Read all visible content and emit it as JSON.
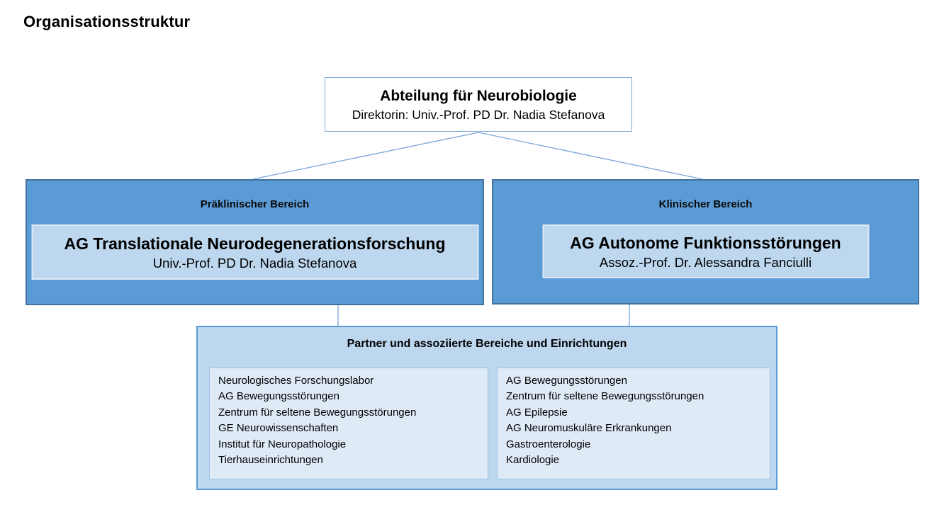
{
  "page_title": "Organisationsstruktur",
  "colors": {
    "box_blue": "#5B9BD5",
    "box_blue_border": "#41719C",
    "light_blue": "#BDD7EE",
    "lighter_blue": "#DEEAF6",
    "list_border": "#9DC3E6",
    "top_box_border": "#7EA6D4",
    "connector": "#7AA6D9",
    "text": "#000000"
  },
  "org": {
    "root": {
      "title": "Abteilung für Neurobiologie",
      "subtitle": "Direktorin: Univ.-Prof. PD Dr. Nadia Stefanova"
    },
    "branches": [
      {
        "header": "Präklinischer Bereich",
        "group": "AG Translationale Neurodegenerationsforschung",
        "lead": "Univ.-Prof. PD Dr. Nadia Stefanova"
      },
      {
        "header": "Klinischer Bereich",
        "group": "AG Autonome Funktionsstörungen",
        "lead": "Assoz.-Prof. Dr. Alessandra Fanciulli"
      }
    ],
    "partners": {
      "title": "Partner und assoziierte Bereiche und Einrichtungen",
      "left_items": [
        "Neurologisches Forschungslabor",
        "AG Bewegungsstörungen",
        "Zentrum für seltene Bewegungsstörungen",
        "GE Neurowissenschaften",
        "Institut für Neuropathologie",
        "Tierhauseinrichtungen"
      ],
      "right_items": [
        "AG Bewegungsstörungen",
        "Zentrum für seltene Bewegungsstörungen",
        "AG Epilepsie",
        "AG Neuromuskuläre Erkrankungen",
        "Gastroenterologie",
        "Kardiologie"
      ]
    }
  }
}
